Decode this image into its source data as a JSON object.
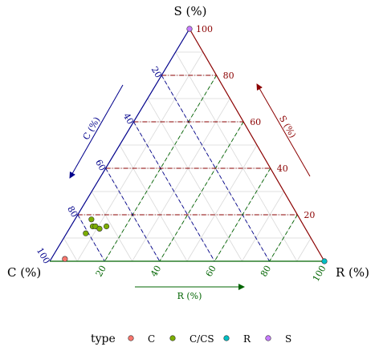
{
  "chart_data": {
    "type": "scatter",
    "subtype": "ternary",
    "axes": {
      "C": {
        "label": "C (%)",
        "arrow_label": "C (%)",
        "color": "#00008b",
        "ticks": [
          "20",
          "40",
          "60",
          "80",
          "100"
        ]
      },
      "S": {
        "label": "S (%)",
        "arrow_label": "S (%)",
        "color": "#8b0000",
        "ticks": [
          "20",
          "40",
          "60",
          "80",
          "100"
        ]
      },
      "R": {
        "label": "R (%)",
        "arrow_label": "R (%)",
        "color": "#006400",
        "ticks": [
          "20",
          "40",
          "60",
          "80",
          "100"
        ]
      }
    },
    "range": [
      0,
      100
    ],
    "grid": true,
    "legend": {
      "title": "type",
      "placement": "bottom",
      "entries": [
        {
          "name": "C",
          "color": "#f8766d"
        },
        {
          "name": "C/CS",
          "color": "#7cae00"
        },
        {
          "name": "R",
          "color": "#00bfc4"
        },
        {
          "name": "S",
          "color": "#c77cff"
        }
      ]
    },
    "series": [
      {
        "name": "C",
        "points": [
          {
            "C": 94,
            "R": 5,
            "S": 1
          }
        ]
      },
      {
        "name": "C/CS",
        "points": [
          {
            "C": 81,
            "R": 7,
            "S": 12
          },
          {
            "C": 76,
            "R": 6,
            "S": 18
          },
          {
            "C": 77,
            "R": 8,
            "S": 15
          },
          {
            "C": 76,
            "R": 9,
            "S": 15
          },
          {
            "C": 75,
            "R": 11,
            "S": 14
          },
          {
            "C": 72,
            "R": 13,
            "S": 15
          }
        ]
      },
      {
        "name": "R",
        "points": [
          {
            "C": 0,
            "R": 100,
            "S": 0
          }
        ]
      },
      {
        "name": "S",
        "points": [
          {
            "C": 0,
            "R": 0,
            "S": 100
          }
        ]
      }
    ]
  }
}
